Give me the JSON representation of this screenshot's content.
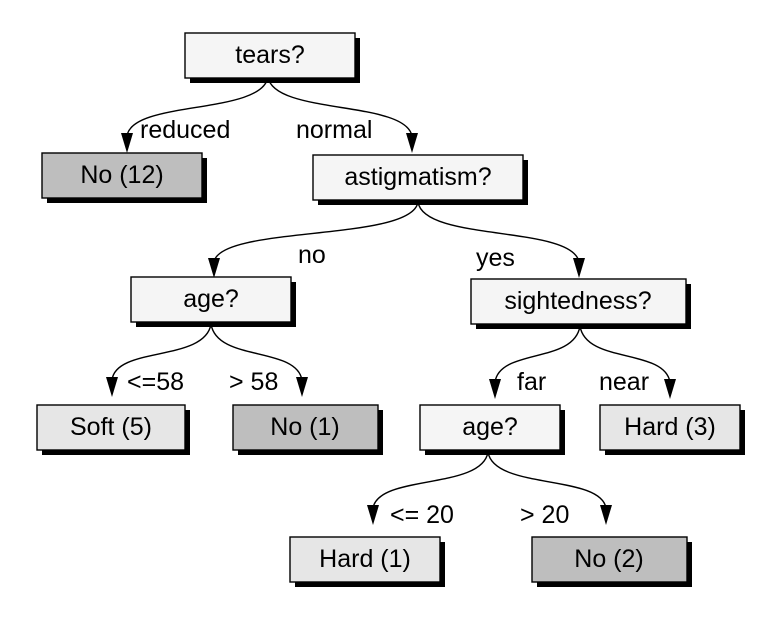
{
  "colors": {
    "decision": "#f5f5f5",
    "leaf_light": "#e6e6e6",
    "leaf_dark": "#bebebe",
    "outline": "#000000"
  },
  "nodes": {
    "root": {
      "label": "tears?"
    },
    "no12": {
      "label": "No (12)"
    },
    "astig": {
      "label": "astigmatism?"
    },
    "age1": {
      "label": "age?"
    },
    "sight": {
      "label": "sightedness?"
    },
    "soft5": {
      "label": "Soft (5)"
    },
    "no1": {
      "label": "No (1)"
    },
    "age2": {
      "label": "age?"
    },
    "hard3": {
      "label": "Hard (3)"
    },
    "hard1": {
      "label": "Hard (1)"
    },
    "no2": {
      "label": "No (2)"
    }
  },
  "edges": {
    "reduced": "reduced",
    "normal": "normal",
    "no": "no",
    "yes": "yes",
    "le58": "<=58",
    "gt58": "> 58",
    "far": "far",
    "near": "near",
    "le20": "<= 20",
    "gt20": "> 20"
  }
}
